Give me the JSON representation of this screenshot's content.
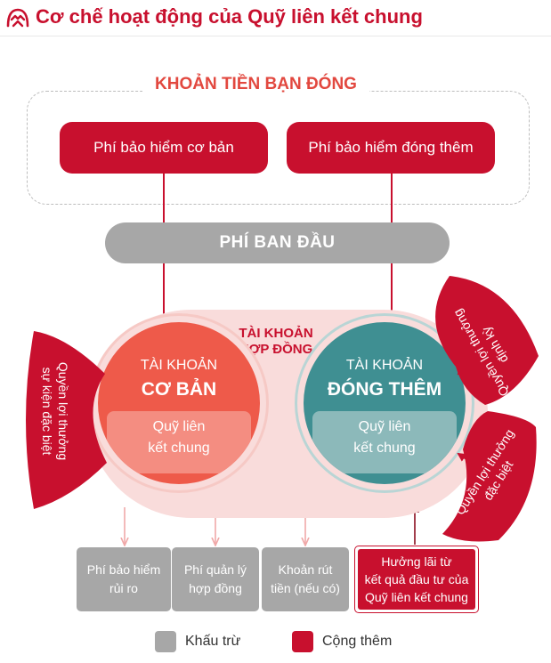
{
  "title": "Cơ chế hoạt động của Quỹ liên kết chung",
  "contribution": {
    "title": "KHOẢN TIỀN BẠN ĐÓNG",
    "basic_premium": "Phí bảo hiểm cơ bản",
    "topup_premium": "Phí bảo hiểm đóng thêm"
  },
  "initial_fee": "PHÍ BAN ĐẦU",
  "contract_account": {
    "line1": "TÀI KHOẢN",
    "line2": "HỢP ĐỒNG"
  },
  "basic_account": {
    "line1": "TÀI KHOẢN",
    "line2": "CƠ BẢN",
    "fund_line1": "Quỹ liên",
    "fund_line2": "kết chung"
  },
  "topup_account": {
    "line1": "TÀI KHOẢN",
    "line2": "ĐÓNG THÊM",
    "fund_line1": "Quỹ liên",
    "fund_line2": "kết chung"
  },
  "benefits": {
    "left_line1": "Quyền lợi thưởng",
    "left_line2": "sự kiện đặc biệt",
    "right_top_line1": "Quyền lợi thưởng",
    "right_top_line2": "định kỳ",
    "right_bottom_line1": "Quyền lợi thưởng",
    "right_bottom_line2": "đặc biệt"
  },
  "deductions": [
    {
      "line1": "Phí bảo hiểm",
      "line2": "rủi ro"
    },
    {
      "line1": "Phí quản lý",
      "line2": "hợp đồng"
    },
    {
      "line1": "Khoản rút",
      "line2": "tiền (nếu có)"
    }
  ],
  "interest": {
    "line1": "Hưởng lãi từ",
    "line2": "kết quả đầu tư của",
    "line3": "Quỹ liên kết chung"
  },
  "legend": {
    "deduct": "Khấu trừ",
    "add": "Cộng thêm"
  },
  "colors": {
    "brand_red": "#c8102e",
    "grey": "#a7a7a7",
    "basic_circle": "#ee5a4a",
    "topup_circle": "#3f8f92",
    "account_bg": "#f9dcdb"
  }
}
